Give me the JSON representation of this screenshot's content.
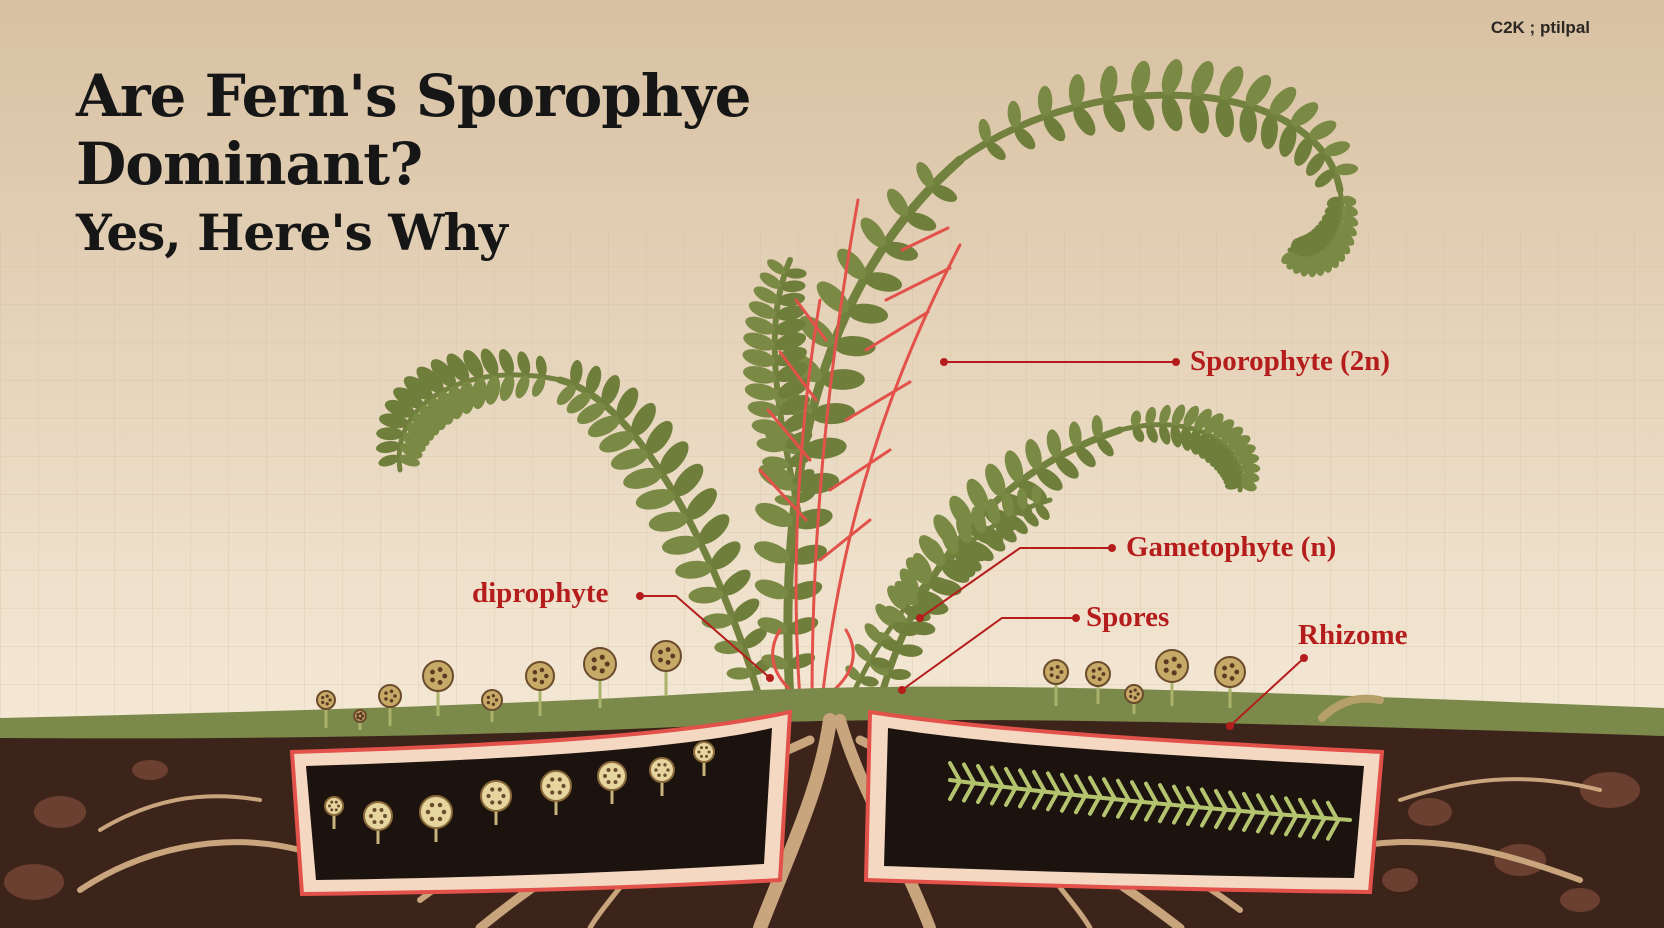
{
  "title": {
    "line1": "Are Fern's Sporophye",
    "line2": "Dominant?",
    "line3": "Yes, Here's Why"
  },
  "watermark": "C2K ; ptilpal",
  "labels": {
    "sporophyte": "Sporophyte (2n)",
    "gametophyte": "Gametophyte (n)",
    "diprophyte": "diprophyte",
    "spores": "Spores",
    "rhizome": "Rhizome"
  },
  "colors": {
    "background_top": "#d9c2a3",
    "background_bottom": "#f3e6d2",
    "frond": "#72813d",
    "leaflet": "#7a8a45",
    "vein": "#e2514a",
    "label": "#b51d1d",
    "soil": "#3d241a",
    "root": "#c9a57e"
  },
  "icons": [
    "fern-frond-icon",
    "spore-capsule-icon",
    "rhizome-cavity-icon",
    "root-system-icon"
  ]
}
